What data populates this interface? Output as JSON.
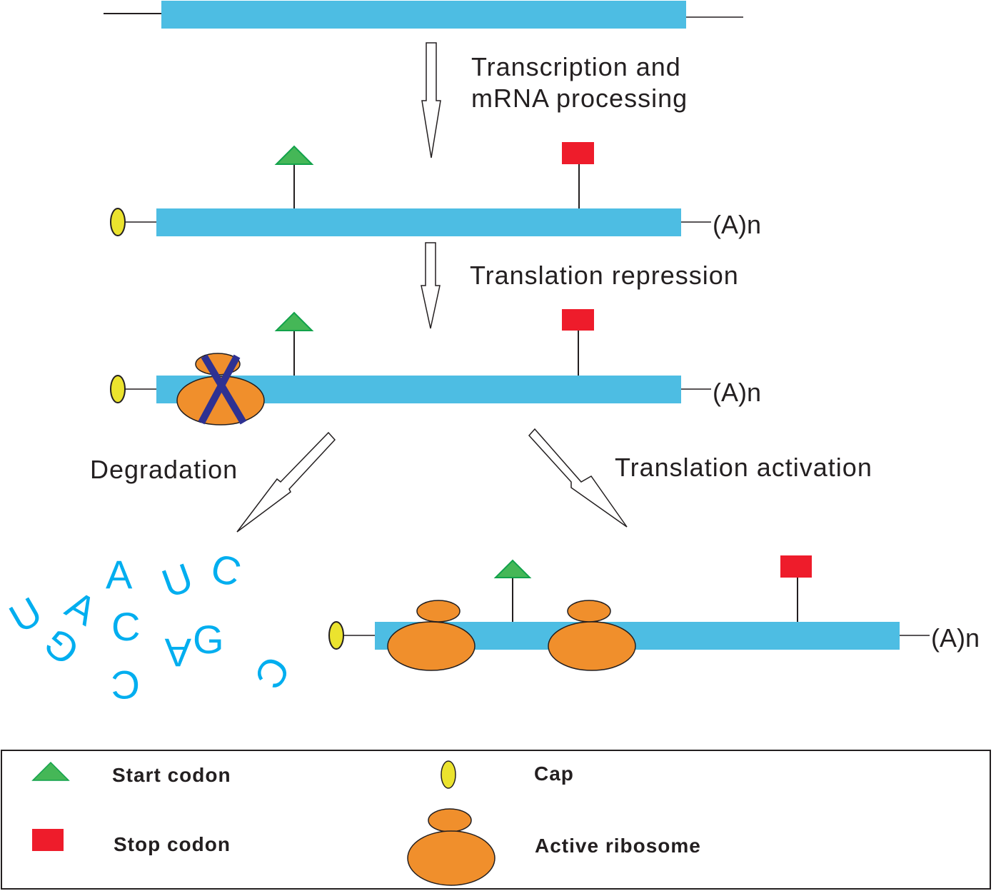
{
  "colors": {
    "mrna": "#4dbde3",
    "start_codon": "#45b757",
    "start_codon_edge": "#12a24b",
    "stop_codon": "#ee1c2b",
    "cap": "#ebe32e",
    "ribosome": "#f08f2c",
    "repression_cross": "#2e3192",
    "nucleotides": "#00aeef",
    "line": "#231f20"
  },
  "steps": {
    "transcription_line1": "Transcription and",
    "transcription_line2": "mRNA processing",
    "repression": "Translation repression",
    "degradation": "Degradation",
    "activation": "Translation activation"
  },
  "polya_tail": "(A)n",
  "nucleotides": [
    "A",
    "A",
    "U",
    "C",
    "U",
    "C",
    "G",
    "A",
    "G",
    "C",
    "C"
  ],
  "legend": {
    "start_codon": "Start codon",
    "stop_codon": "Stop codon",
    "cap": "Cap",
    "active_ribosome": "Active ribosome"
  }
}
